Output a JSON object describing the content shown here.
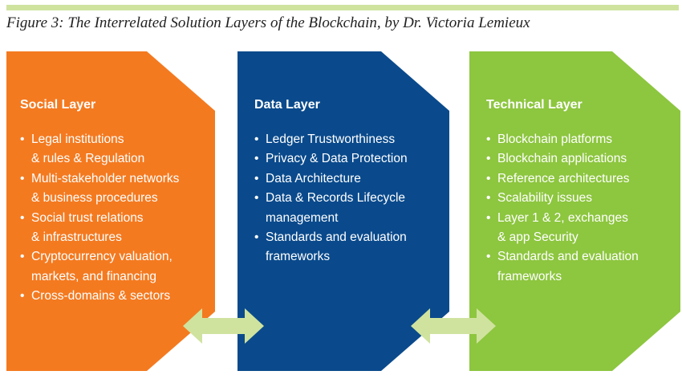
{
  "figure": {
    "title": "Figure 3: The Interrelated Solution Layers of the Blockchain, by Dr. Victoria Lemieux"
  },
  "colors": {
    "social": "#f47a20",
    "data": "#0a4a8c",
    "technical": "#8dc63f",
    "arrow": "#cfe39f",
    "rule": "#cfe39f"
  },
  "layers": [
    {
      "title": "Social Layer",
      "items": [
        "Legal institutions",
        "& rules & Regulation",
        "Multi-stakeholder networks",
        "& business procedures",
        "Social trust relations",
        "& infrastructures",
        "Cryptocurrency valuation,",
        "markets, and financing",
        "Cross-domains & sectors"
      ]
    },
    {
      "title": "Data Layer",
      "items": [
        "Ledger Trustworthiness",
        "Privacy & Data Protection",
        "Data Architecture",
        "Data & Records Lifecycle",
        "management",
        "Standards and evaluation",
        "frameworks"
      ]
    },
    {
      "title": "Technical Layer",
      "items": [
        "Blockchain platforms",
        "Blockchain applications",
        "Reference architectures",
        "Scalability issues",
        "Layer 1 & 2, exchanges",
        "& app Security",
        "Standards and evaluation",
        "frameworks"
      ]
    }
  ],
  "bullets": {
    "social": [
      true,
      false,
      true,
      false,
      true,
      false,
      true,
      false,
      true
    ],
    "data": [
      true,
      true,
      true,
      true,
      false,
      true,
      false
    ],
    "technical": [
      true,
      true,
      true,
      true,
      true,
      false,
      true,
      false
    ]
  },
  "connectors": [
    {
      "from": "Social Layer",
      "to": "Data Layer",
      "direction": "bidirectional"
    },
    {
      "from": "Data Layer",
      "to": "Technical Layer",
      "direction": "bidirectional"
    }
  ]
}
